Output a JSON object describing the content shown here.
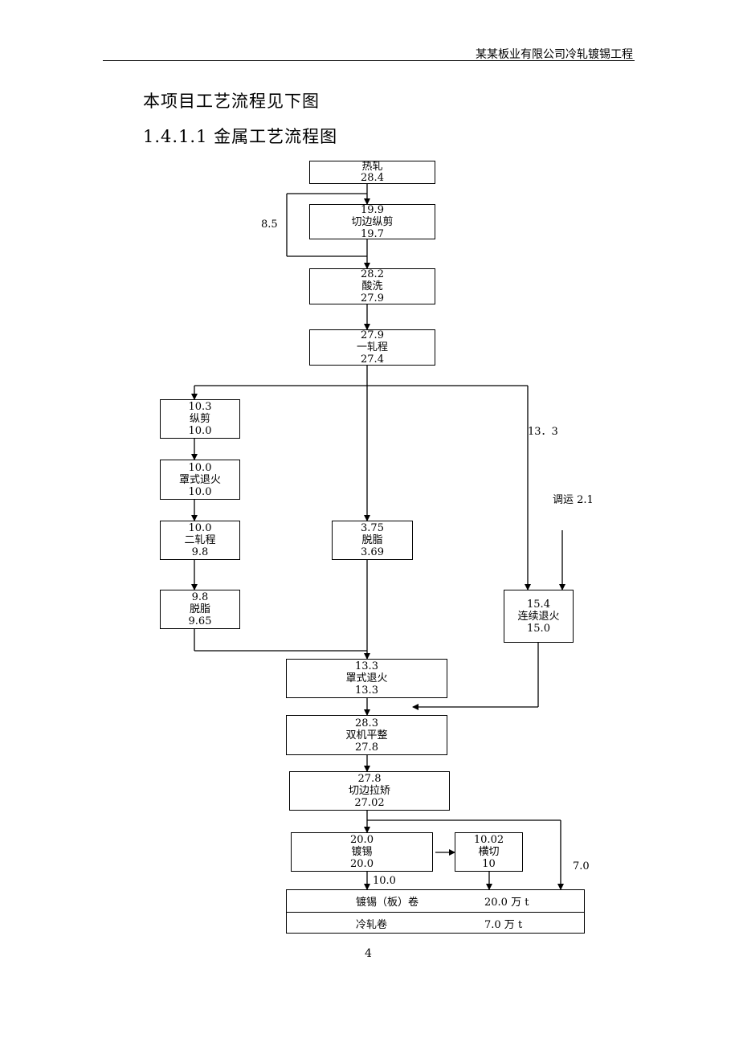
{
  "header": {
    "title": "某某板业有限公司冷轧镀锡工程"
  },
  "intro_text": "本项目工艺流程见下图",
  "section_heading": "1.4.1.1 金属工艺流程图",
  "nodes": {
    "hot_rolling": {
      "top": "热轧",
      "bottom": "28.4"
    },
    "edge_slitting": {
      "top": "19.9",
      "mid": "切边纵剪",
      "bottom": "19.7"
    },
    "pickling": {
      "top": "28.2",
      "mid": "酸洗",
      "bottom": "27.9"
    },
    "first_rolling": {
      "top": "27.9",
      "mid": "一轧程",
      "bottom": "27.4"
    },
    "slitting": {
      "top": "10.3",
      "mid": "纵剪",
      "bottom": "10.0"
    },
    "bell_anneal_1": {
      "top": "10.0",
      "mid": "罩式退火",
      "bottom": "10.0"
    },
    "second_rolling": {
      "top": "10.0",
      "mid": "二轧程",
      "bottom": "9.8"
    },
    "degrease_left": {
      "top": "9.8",
      "mid": "脱脂",
      "bottom": "9.65"
    },
    "degrease_mid": {
      "top": "3.75",
      "mid": "脱脂",
      "bottom": "3.69"
    },
    "cont_anneal": {
      "top": "15.4",
      "mid": "连续退火",
      "bottom": "15.0"
    },
    "bell_anneal_2": {
      "top": "13.3",
      "mid": "罩式退火",
      "bottom": "13.3"
    },
    "temper": {
      "top": "28.3",
      "mid": "双机平整",
      "bottom": "27.8"
    },
    "trim_level": {
      "top": "27.8",
      "mid": "切边拉矫",
      "bottom": "27.02"
    },
    "tinning": {
      "top": "20.0",
      "mid": "镀锡",
      "bottom": "20.0"
    },
    "cross_cut": {
      "top": "10.02",
      "mid": "横切",
      "bottom": "10"
    }
  },
  "edge_labels": {
    "loop": "8.5",
    "right_branch": "13．3",
    "transfer": "调运 2.1",
    "to_table": "10.0",
    "side_output": "7.0"
  },
  "products_table": {
    "rows": [
      {
        "name": "镀锡（板）卷",
        "amount": "20.0 万 t"
      },
      {
        "name": "冷轧卷",
        "amount": "7.0 万 t"
      }
    ]
  },
  "page_number": "4"
}
